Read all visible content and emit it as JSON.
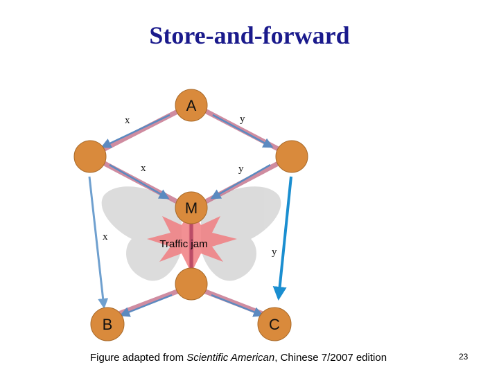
{
  "slide": {
    "title": "Store-and-forward",
    "page_number": "23"
  },
  "diagram": {
    "nodes": [
      {
        "id": "A",
        "label": "A"
      },
      {
        "id": "left",
        "label": ""
      },
      {
        "id": "right",
        "label": ""
      },
      {
        "id": "M",
        "label": "M"
      },
      {
        "id": "lower",
        "label": ""
      },
      {
        "id": "B",
        "label": "B"
      },
      {
        "id": "C",
        "label": "C"
      }
    ],
    "link_labels": {
      "x_top": "x",
      "y_top": "y",
      "x_mid": "x",
      "y_mid": "y",
      "x_side": "x",
      "y_side": "y"
    },
    "burst_text": "Traffic jam",
    "colors": {
      "node_fill": "#d98a3c",
      "link": "#c77890",
      "arrow": "#5b8ac0",
      "side_arrow_left": "#6fa0cf",
      "side_arrow_right": "#1a8ed0",
      "burst": "#f07c80"
    }
  },
  "caption": {
    "prefix": "Figure adapted from ",
    "source": "Scientific American",
    "suffix": ", Chinese 7/2007 edition"
  }
}
